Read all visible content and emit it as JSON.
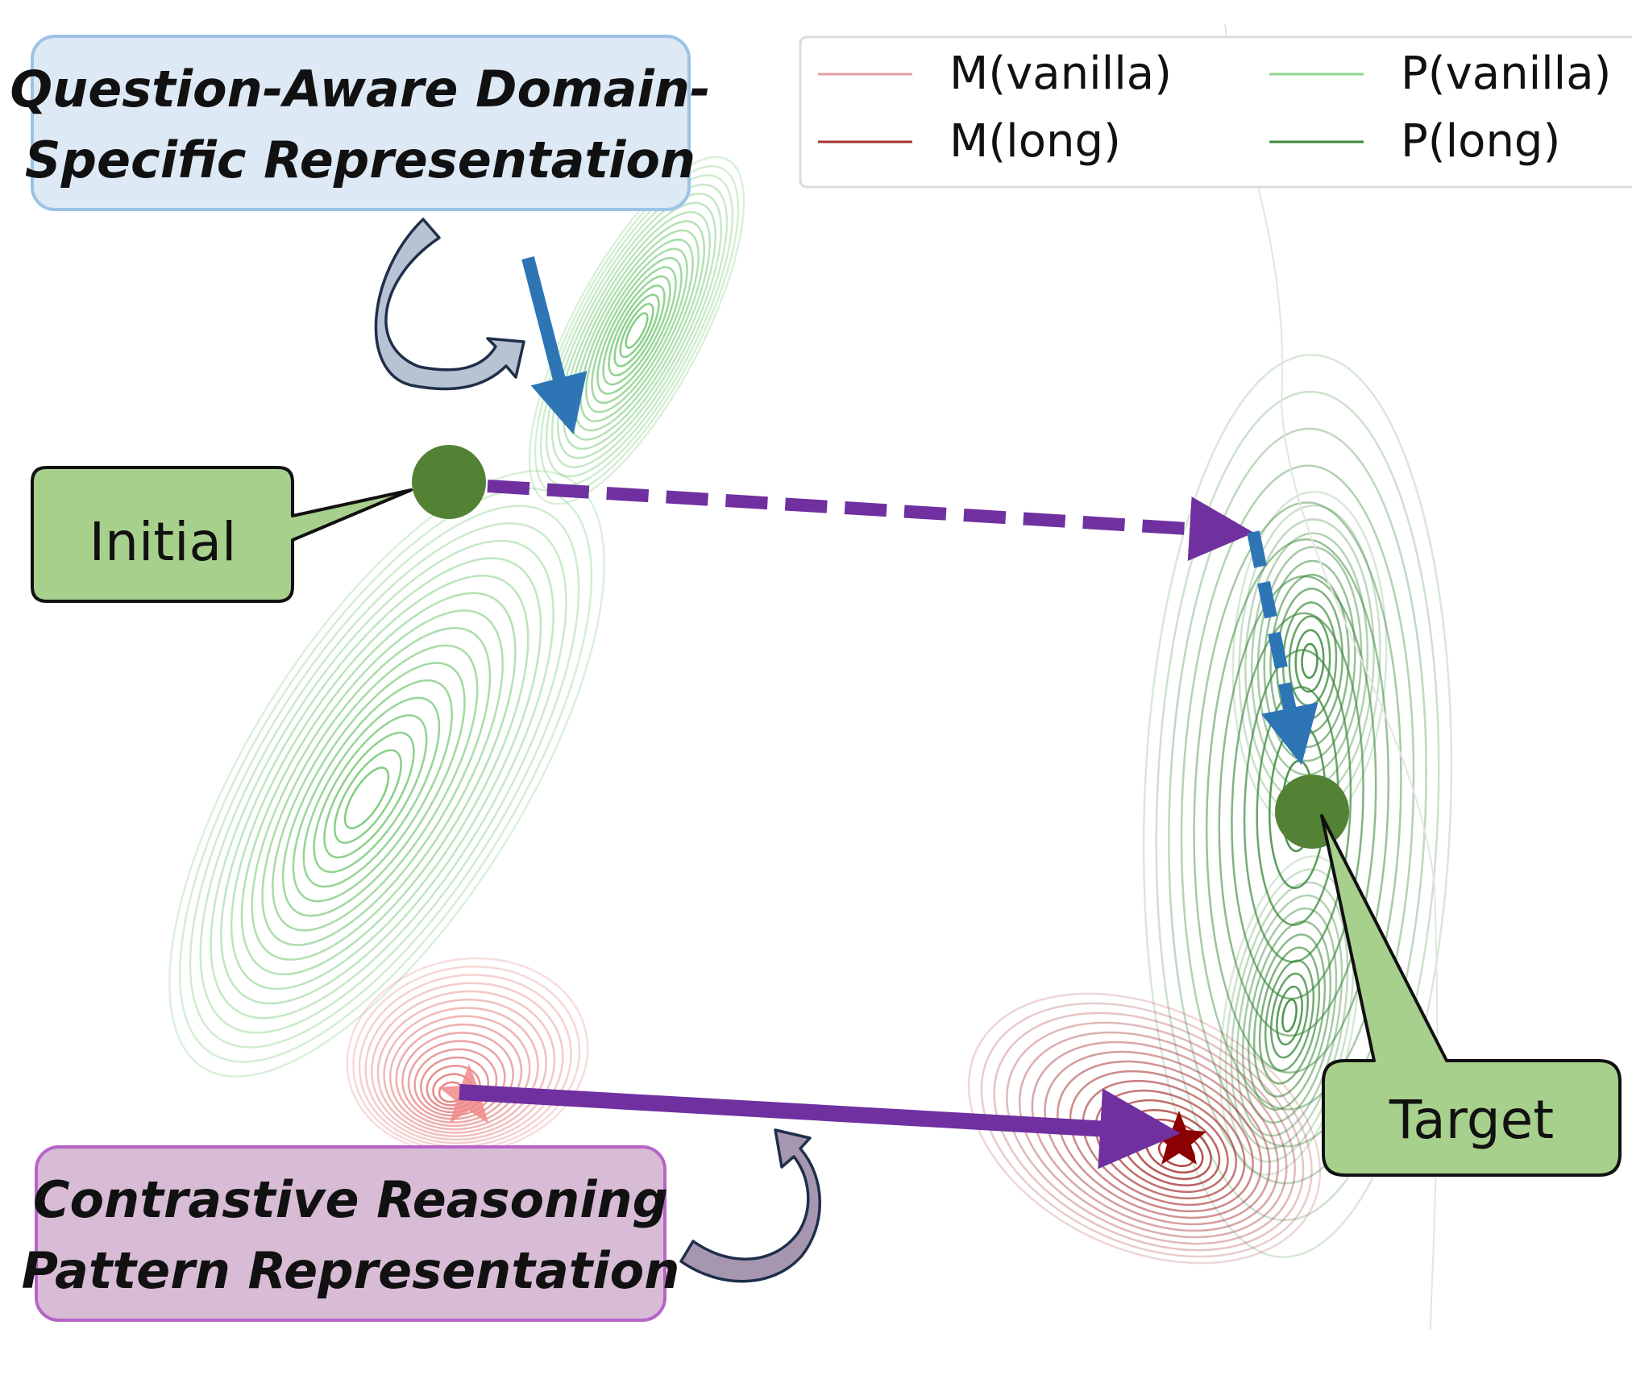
{
  "boxes": {
    "top_title_line1": "Question-Aware Domain-",
    "top_title_line2": "Specific Representation",
    "bottom_title_line1": "Contrastive Reasoning",
    "bottom_title_line2": "Pattern Representation",
    "initial_label": "Initial",
    "target_label": "Target"
  },
  "legend": {
    "items": [
      {
        "label": "M(vanilla)",
        "color": "#e6a0a0"
      },
      {
        "label": "M(long)",
        "color": "#a83232"
      },
      {
        "label": "P(vanilla)",
        "color": "#8fd48f"
      },
      {
        "label": "P(long)",
        "color": "#3c8a3c"
      }
    ]
  },
  "colors": {
    "blue_box_fill": "#dde9f5",
    "blue_box_stroke": "#9cc3e6",
    "purple_box_fill": "#d8bcd6",
    "purple_box_stroke": "#b763c8",
    "green_box_fill": "#a8d08d",
    "purple_arrow": "#7030a0",
    "blue_arrow": "#2e75b6",
    "point": "#548235"
  },
  "icons": [
    "curved-arrow-icon",
    "star-marker-icon"
  ]
}
